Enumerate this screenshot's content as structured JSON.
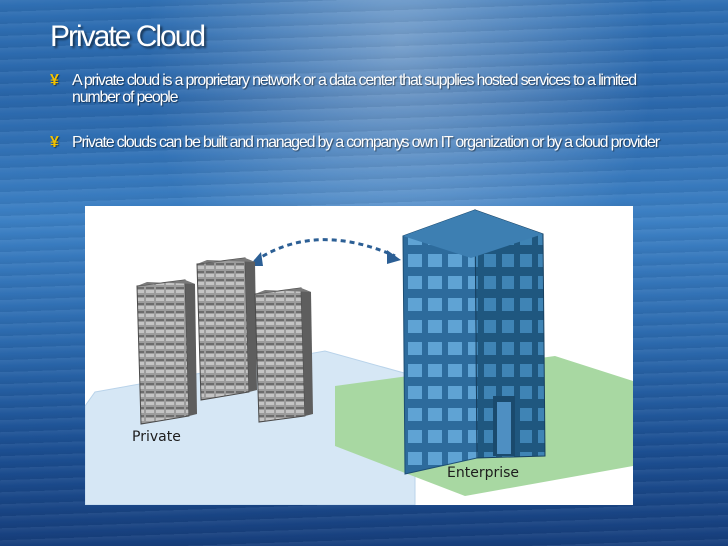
{
  "slide": {
    "title": "Private Cloud",
    "bullets": [
      "A private cloud is a proprietary network or a data center that supplies hosted services to a limited number of people",
      "Private clouds can be built and managed by a company\u0019s own IT organization or by a cloud provider"
    ],
    "bullet_glyph": "¥"
  },
  "figure": {
    "private_label": "Private",
    "enterprise_label": "Enterprise"
  },
  "colors": {
    "title": "#ffffff",
    "bullet_mark": "#f2c200",
    "building": "#2f6e9f",
    "private_ground": "#cfe2f3",
    "enterprise_ground": "#9fd39a"
  }
}
